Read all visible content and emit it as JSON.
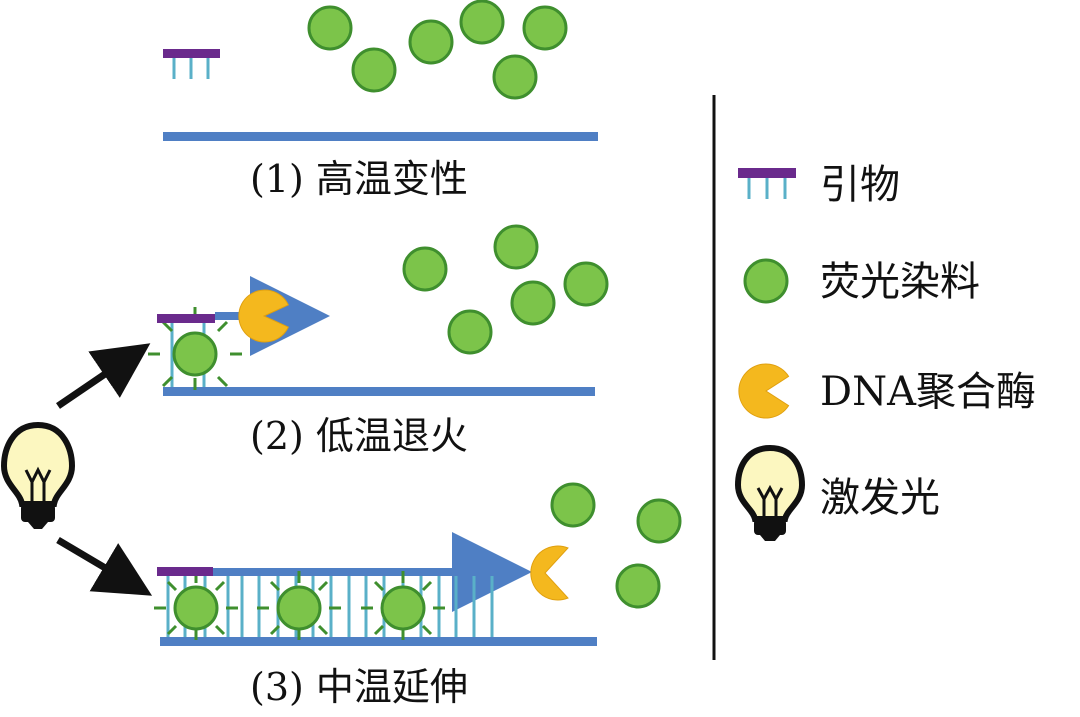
{
  "steps": [
    {
      "label": "(1) 高温变性"
    },
    {
      "label": "(2) 低温退火"
    },
    {
      "label": "(3) 中温延伸"
    }
  ],
  "legend": [
    {
      "label": "引物",
      "icon": "primer-icon"
    },
    {
      "label": "荧光染料",
      "icon": "fluorescent-dye-icon"
    },
    {
      "label": "DNA聚合酶",
      "icon": "dna-polymerase-icon"
    },
    {
      "label": "激发光",
      "icon": "light-bulb-icon"
    }
  ],
  "colors": {
    "dna_strand": "#4f7fc4",
    "primer": "#6a2a8c",
    "primer_tick": "#5ab0c8",
    "dye": "#7cc44a",
    "dye_edge": "#3f8f2e",
    "polymerase": "#f4b81e",
    "bulb": "#fcf7c0"
  }
}
